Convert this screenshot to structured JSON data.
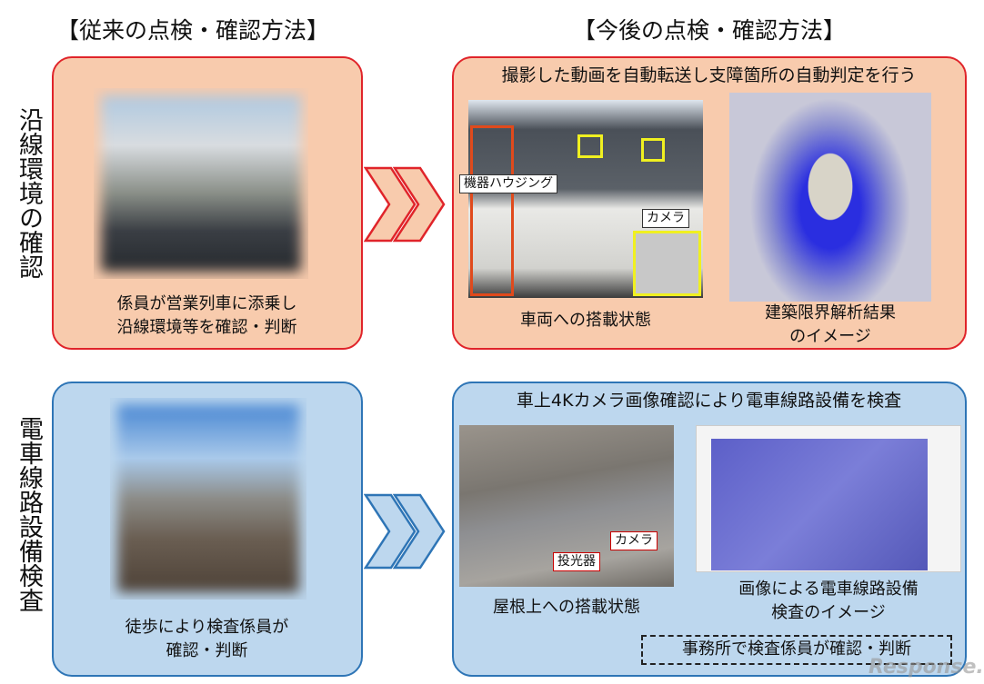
{
  "headings": {
    "current": "【従来の点検・確認方法】",
    "future": "【今後の点検・確認方法】"
  },
  "rows": {
    "track": {
      "label": "沿線環境の確認",
      "current_caption": [
        "係員が営業列車に添乗し",
        "沿線環境等を確認・判断"
      ],
      "future_title": "撮影した動画を自動転送し支障箇所の自動判定を行う",
      "photo1_caption": "車両への搭載状態",
      "photo1_tags": {
        "housing": "機器ハウジング",
        "camera": "カメラ"
      },
      "photo2_caption": [
        "建築限界解析結果",
        "のイメージ"
      ],
      "accent": "#e0242a"
    },
    "overhead": {
      "label": "電車線路設備検査",
      "current_caption": [
        "徒歩により検査係員が",
        "確認・判断"
      ],
      "future_title": "車上4Kカメラ画像確認により電車線路設備を検査",
      "photo1_caption": "屋根上への搭載状態",
      "photo1_tags": {
        "camera": "カメラ",
        "projector": "投光器"
      },
      "photo2_caption": [
        "画像による電車線路設備",
        "検査のイメージ"
      ],
      "office_note": "事務所で検査係員が確認・判断",
      "accent": "#2e75b6"
    }
  },
  "watermark": "Response."
}
